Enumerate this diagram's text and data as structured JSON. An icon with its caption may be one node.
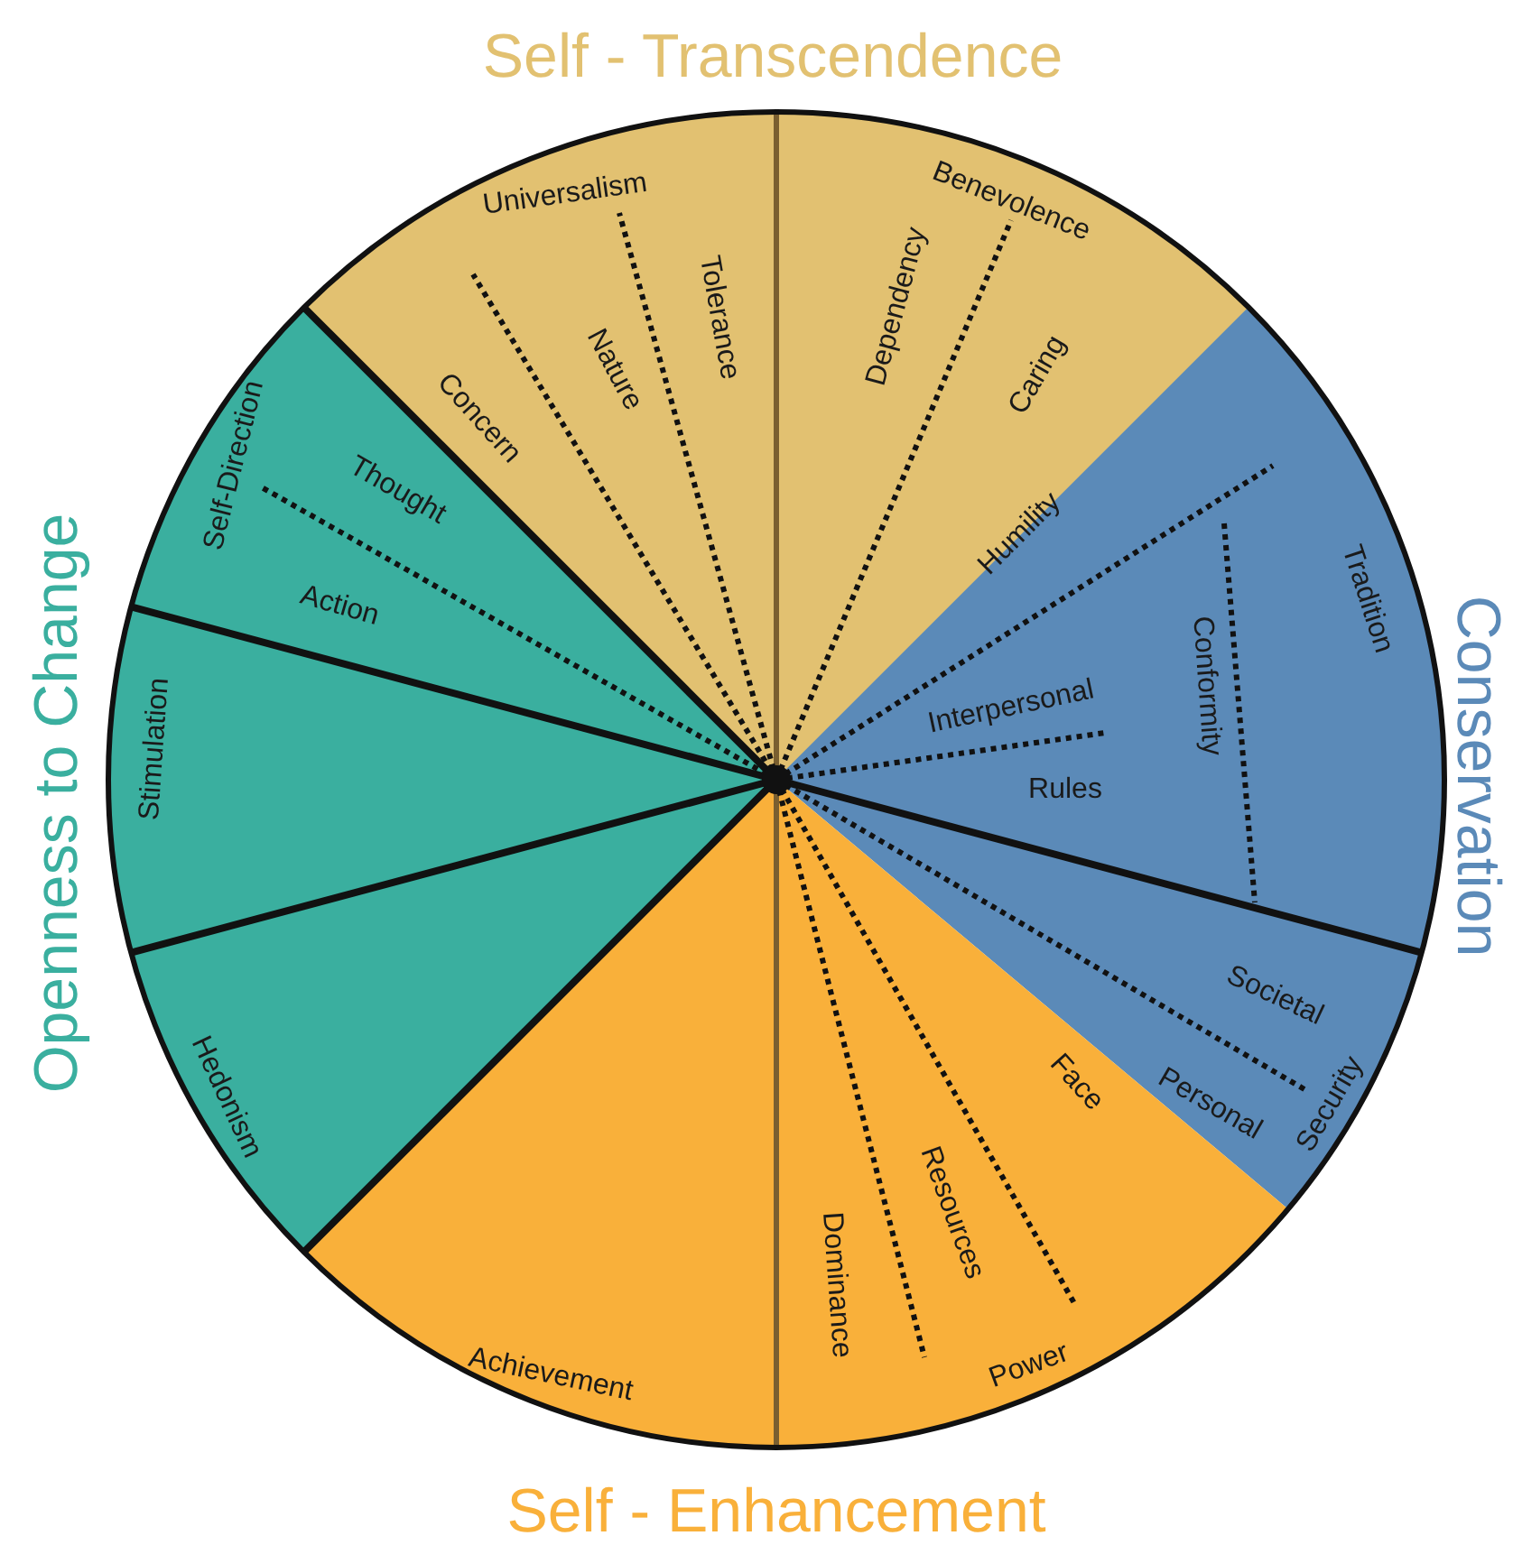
{
  "diagram": {
    "nodes": [
      {
        "text": [
          "Universalism",
          "Concern",
          "Nature",
          "Tolerance"
        ]
      },
      {
        "text": [
          "Benevolence",
          "Dependency",
          "Caring"
        ]
      },
      {
        "text": [
          "Tradition"
        ]
      },
      {
        "text": [
          "Conformity",
          "Interpersonal",
          "Rules"
        ],
        "in": 2
      },
      {
        "text": [
          "Security",
          "Societal",
          "Personal"
        ]
      },
      {
        "text": [
          "Power",
          "Dominance",
          "Resources"
        ]
      },
      {
        "text": [
          "Achievement"
        ]
      },
      {
        "text": [
          "Hedonism"
        ]
      },
      {
        "text": [
          "Stimulation"
        ]
      },
      {
        "text": [
          "Self-Direction",
          "Thought",
          "Action"
        ]
      }
    ],
    "labels": [
      "Self - Transcendence",
      "Conservation",
      "Self - Enhancement",
      "Openness to Change",
      "Humility",
      "Face"
    ]
  }
}
